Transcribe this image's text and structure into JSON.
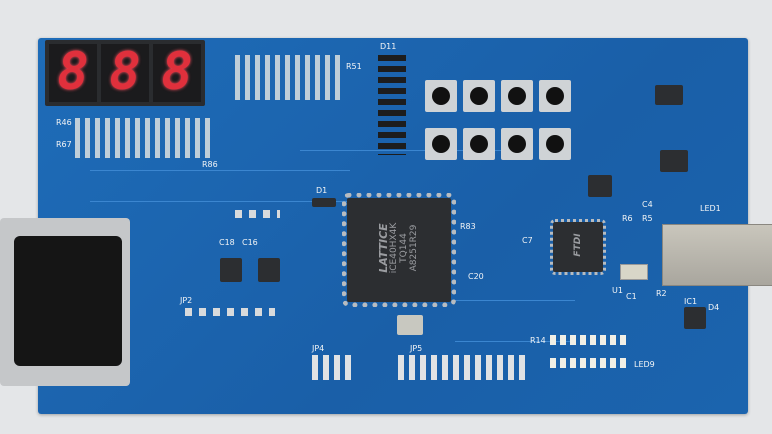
{
  "display": {
    "digits": [
      "8",
      "8",
      "8"
    ],
    "color": "#e0303c"
  },
  "fpga": {
    "brand": "LATTICE",
    "part": "iCE40HX4K",
    "package": "TQ144",
    "lot": "A8251R29"
  },
  "usb_chip": {
    "brand": "FTDI"
  },
  "silkscreen": {
    "r46": "R46",
    "r67": "R67",
    "r86": "R86",
    "r51": "R51",
    "d11": "D11",
    "d1": "D1",
    "c18": "C18",
    "c16": "C16",
    "jp2": "JP2",
    "jp4": "JP4",
    "jp5": "JP5",
    "c20": "C20",
    "c7": "C7",
    "r83": "R83",
    "u1": "U1",
    "c1": "C1",
    "r2": "R2",
    "ic1": "IC1",
    "d4": "D4",
    "led1": "LED1",
    "led9": "LED9",
    "r14": "R14",
    "c4": "C4",
    "r5": "R5",
    "r6": "R6"
  },
  "board_color": "#1a5fa8"
}
